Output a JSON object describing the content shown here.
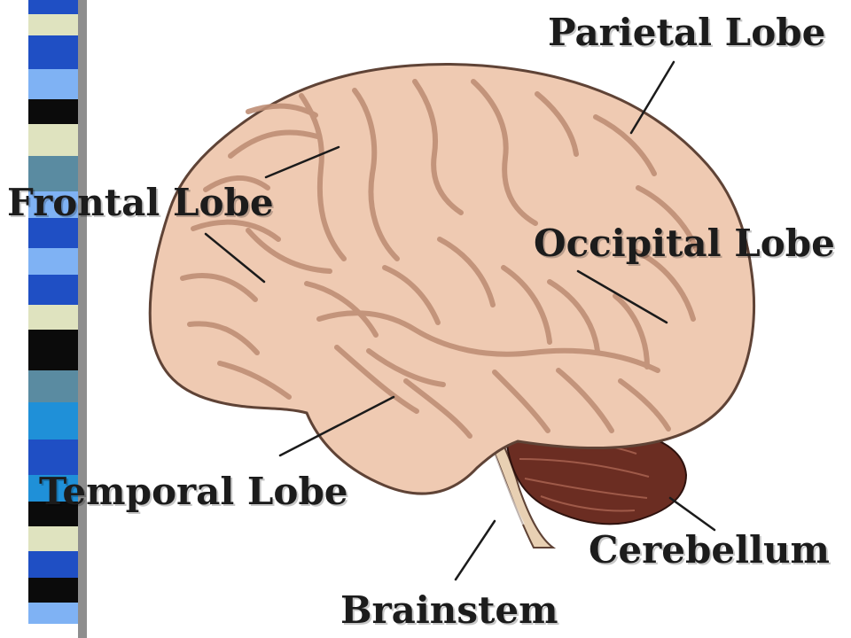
{
  "labels": {
    "parietal": "Parietal Lobe",
    "frontal": "Frontal Lobe",
    "occipital": "Occipital Lobe",
    "temporal": "Temporal Lobe",
    "cerebellum": "Cerebellum",
    "brainstem": "Brainstem"
  },
  "colors": {
    "brain_fill": "#efcab2",
    "brain_outline": "#5f4336",
    "fold_line": "#bf8f76",
    "cerebellum": "#6b2d22",
    "brainstem": "#e8d0b3",
    "pointer_line": "#1b1b1b",
    "sidebar_shadow": "#8e8e8e",
    "sidebar_palette": [
      "#1f4fc4",
      "#0b0b0b",
      "#dfe3bf",
      "#7fb2f4",
      "#1f90d8",
      "#5a8ba1",
      "#ffffff"
    ]
  }
}
